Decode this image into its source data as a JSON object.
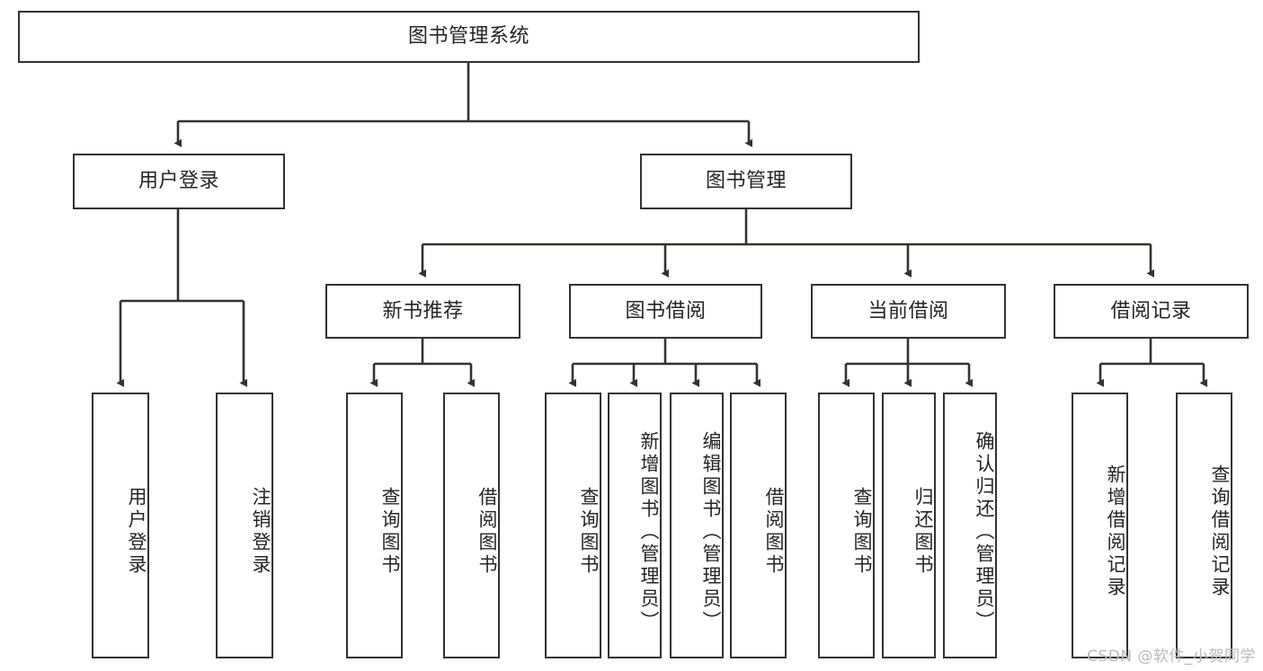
{
  "diagram": {
    "title": "图书管理系统",
    "watermark": "CSDN @软件_小贺同学",
    "line_color": "#32322f",
    "box_fill": "#ffffff",
    "text_color": "#24242a",
    "watermark_color": "#b9b9bd",
    "levels": {
      "root": "图书管理系统",
      "level2": [
        "用户登录",
        "图书管理"
      ],
      "level3": [
        "新书推荐",
        "图书借阅",
        "当前借阅",
        "借阅记录"
      ]
    },
    "nodes": {
      "root": "图书管理系统",
      "user_login": "用户登录",
      "book_manage": "图书管理",
      "new_book_rec": "新书推荐",
      "book_borrow": "图书借阅",
      "current_borrow": "当前借阅",
      "borrow_record": "借阅记录",
      "leaf_user_login": "用户登录",
      "leaf_logout": "注销登录",
      "leaf_query_book_1": "查询图书",
      "leaf_borrow_book_1": "借阅图书",
      "leaf_query_book_2": "查询图书",
      "leaf_add_book_admin": "新增图书（管理员）",
      "leaf_edit_book_admin": "编辑图书（管理员）",
      "leaf_borrow_book_2": "借阅图书",
      "leaf_query_book_3": "查询图书",
      "leaf_return_book": "归还图书",
      "leaf_confirm_return_admin": "确认归还（管理员）",
      "leaf_add_record": "新增借阅记录",
      "leaf_query_record": "查询借阅记录"
    }
  }
}
